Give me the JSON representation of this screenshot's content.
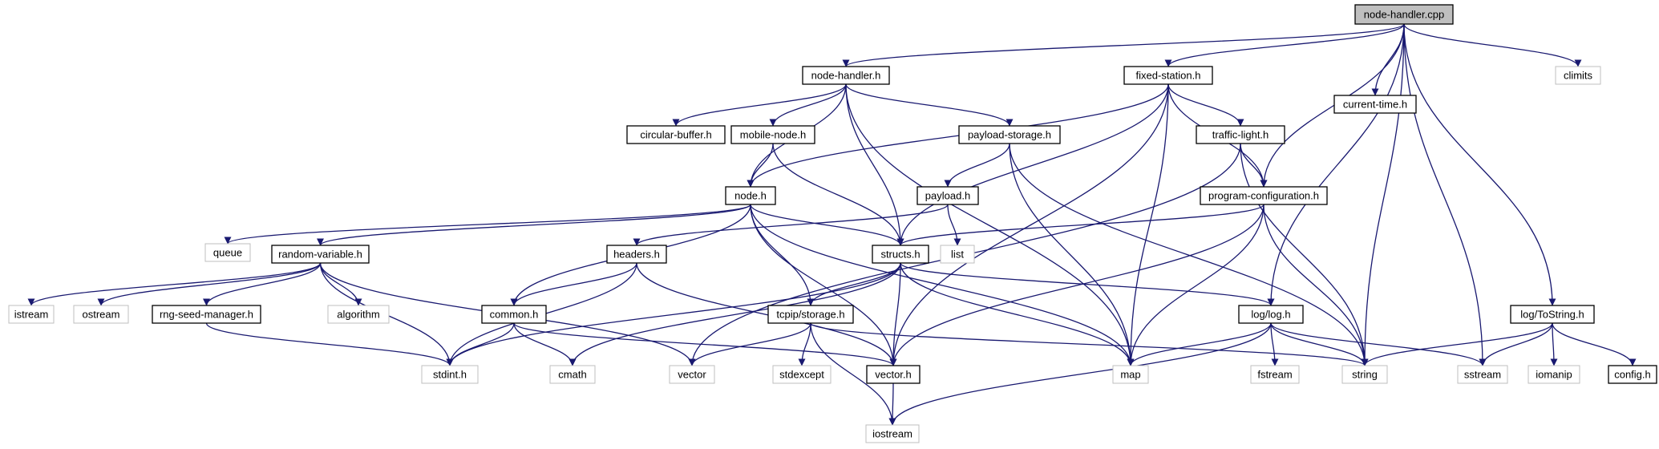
{
  "graph": {
    "colors": {
      "edge": "#191970",
      "local_border": "#000000",
      "system_border": "#bfbfbf",
      "root_fill": "#bfbfbf"
    },
    "nodes": [
      {
        "id": "node-handler-cpp",
        "label": "node-handler.cpp",
        "kind": "root"
      },
      {
        "id": "node-handler-h",
        "label": "node-handler.h",
        "kind": "local"
      },
      {
        "id": "fixed-station-h",
        "label": "fixed-station.h",
        "kind": "local"
      },
      {
        "id": "current-time-h",
        "label": "current-time.h",
        "kind": "local"
      },
      {
        "id": "climits",
        "label": "climits",
        "kind": "system"
      },
      {
        "id": "circular-buffer-h",
        "label": "circular-buffer.h",
        "kind": "local"
      },
      {
        "id": "mobile-node-h",
        "label": "mobile-node.h",
        "kind": "local"
      },
      {
        "id": "payload-storage-h",
        "label": "payload-storage.h",
        "kind": "local"
      },
      {
        "id": "traffic-light-h",
        "label": "traffic-light.h",
        "kind": "local"
      },
      {
        "id": "node-h",
        "label": "node.h",
        "kind": "local"
      },
      {
        "id": "payload-h",
        "label": "payload.h",
        "kind": "local"
      },
      {
        "id": "program-configuration-h",
        "label": "program-configuration.h",
        "kind": "local"
      },
      {
        "id": "queue",
        "label": "queue",
        "kind": "system"
      },
      {
        "id": "random-variable-h",
        "label": "random-variable.h",
        "kind": "local"
      },
      {
        "id": "headers-h",
        "label": "headers.h",
        "kind": "local"
      },
      {
        "id": "structs-h",
        "label": "structs.h",
        "kind": "local"
      },
      {
        "id": "list",
        "label": "list",
        "kind": "system"
      },
      {
        "id": "log-tostring-h",
        "label": "log/ToString.h",
        "kind": "local"
      },
      {
        "id": "istream",
        "label": "istream",
        "kind": "system"
      },
      {
        "id": "ostream",
        "label": "ostream",
        "kind": "system"
      },
      {
        "id": "rng-seed-manager-h",
        "label": "rng-seed-manager.h",
        "kind": "local"
      },
      {
        "id": "algorithm",
        "label": "algorithm",
        "kind": "system"
      },
      {
        "id": "common-h",
        "label": "common.h",
        "kind": "local"
      },
      {
        "id": "tcpip-storage-h",
        "label": "tcpip/storage.h",
        "kind": "local"
      },
      {
        "id": "log-log-h",
        "label": "log/log.h",
        "kind": "local"
      },
      {
        "id": "stdint-h",
        "label": "stdint.h",
        "kind": "system"
      },
      {
        "id": "cmath",
        "label": "cmath",
        "kind": "system"
      },
      {
        "id": "vector",
        "label": "vector",
        "kind": "system"
      },
      {
        "id": "stdexcept",
        "label": "stdexcept",
        "kind": "system"
      },
      {
        "id": "vector-h",
        "label": "vector.h",
        "kind": "local"
      },
      {
        "id": "map",
        "label": "map",
        "kind": "system"
      },
      {
        "id": "fstream",
        "label": "fstream",
        "kind": "system"
      },
      {
        "id": "string",
        "label": "string",
        "kind": "system"
      },
      {
        "id": "sstream",
        "label": "sstream",
        "kind": "system"
      },
      {
        "id": "iomanip",
        "label": "iomanip",
        "kind": "system"
      },
      {
        "id": "config-h",
        "label": "config.h",
        "kind": "local"
      },
      {
        "id": "iostream",
        "label": "iostream",
        "kind": "system"
      }
    ],
    "edges": [
      [
        "node-handler-cpp",
        "node-handler-h"
      ],
      [
        "node-handler-cpp",
        "fixed-station-h"
      ],
      [
        "node-handler-cpp",
        "current-time-h"
      ],
      [
        "node-handler-cpp",
        "climits"
      ],
      [
        "node-handler-cpp",
        "program-configuration-h"
      ],
      [
        "node-handler-cpp",
        "log-log-h"
      ],
      [
        "node-handler-cpp",
        "log-tostring-h"
      ],
      [
        "node-handler-cpp",
        "sstream"
      ],
      [
        "node-handler-cpp",
        "string"
      ],
      [
        "node-handler-h",
        "circular-buffer-h"
      ],
      [
        "node-handler-h",
        "mobile-node-h"
      ],
      [
        "node-handler-h",
        "payload-storage-h"
      ],
      [
        "node-handler-h",
        "node-h"
      ],
      [
        "node-handler-h",
        "structs-h"
      ],
      [
        "node-handler-h",
        "map"
      ],
      [
        "fixed-station-h",
        "node-h"
      ],
      [
        "fixed-station-h",
        "structs-h"
      ],
      [
        "fixed-station-h",
        "traffic-light-h"
      ],
      [
        "fixed-station-h",
        "program-configuration-h"
      ],
      [
        "fixed-station-h",
        "vector-h"
      ],
      [
        "fixed-station-h",
        "map"
      ],
      [
        "mobile-node-h",
        "node-h"
      ],
      [
        "mobile-node-h",
        "structs-h"
      ],
      [
        "payload-storage-h",
        "payload-h"
      ],
      [
        "payload-storage-h",
        "map"
      ],
      [
        "payload-storage-h",
        "string"
      ],
      [
        "traffic-light-h",
        "program-configuration-h"
      ],
      [
        "traffic-light-h",
        "vector"
      ],
      [
        "traffic-light-h",
        "string"
      ],
      [
        "node-h",
        "queue"
      ],
      [
        "node-h",
        "random-variable-h"
      ],
      [
        "node-h",
        "structs-h"
      ],
      [
        "node-h",
        "common-h"
      ],
      [
        "node-h",
        "tcpip-storage-h"
      ],
      [
        "node-h",
        "vector-h"
      ],
      [
        "node-h",
        "map"
      ],
      [
        "payload-h",
        "headers-h"
      ],
      [
        "payload-h",
        "list"
      ],
      [
        "program-configuration-h",
        "structs-h"
      ],
      [
        "program-configuration-h",
        "vector-h"
      ],
      [
        "program-configuration-h",
        "map"
      ],
      [
        "program-configuration-h",
        "string"
      ],
      [
        "random-variable-h",
        "istream"
      ],
      [
        "random-variable-h",
        "ostream"
      ],
      [
        "random-variable-h",
        "rng-seed-manager-h"
      ],
      [
        "random-variable-h",
        "algorithm"
      ],
      [
        "random-variable-h",
        "stdint-h"
      ],
      [
        "random-variable-h",
        "vector"
      ],
      [
        "headers-h",
        "common-h"
      ],
      [
        "headers-h",
        "stdint-h"
      ],
      [
        "headers-h",
        "vector-h"
      ],
      [
        "structs-h",
        "stdint-h"
      ],
      [
        "structs-h",
        "cmath"
      ],
      [
        "structs-h",
        "tcpip-storage-h"
      ],
      [
        "structs-h",
        "vector-h"
      ],
      [
        "structs-h",
        "map"
      ],
      [
        "structs-h",
        "log-log-h"
      ],
      [
        "rng-seed-manager-h",
        "stdint-h"
      ],
      [
        "common-h",
        "stdint-h"
      ],
      [
        "common-h",
        "cmath"
      ],
      [
        "common-h",
        "vector-h"
      ],
      [
        "tcpip-storage-h",
        "vector"
      ],
      [
        "tcpip-storage-h",
        "stdexcept"
      ],
      [
        "tcpip-storage-h",
        "string"
      ],
      [
        "tcpip-storage-h",
        "iostream"
      ],
      [
        "log-log-h",
        "map"
      ],
      [
        "log-log-h",
        "fstream"
      ],
      [
        "log-log-h",
        "string"
      ],
      [
        "log-log-h",
        "sstream"
      ],
      [
        "log-log-h",
        "iostream"
      ],
      [
        "log-tostring-h",
        "string"
      ],
      [
        "log-tostring-h",
        "sstream"
      ],
      [
        "log-tostring-h",
        "iomanip"
      ],
      [
        "log-tostring-h",
        "config-h"
      ],
      [
        "vector-h",
        "iostream"
      ]
    ]
  }
}
